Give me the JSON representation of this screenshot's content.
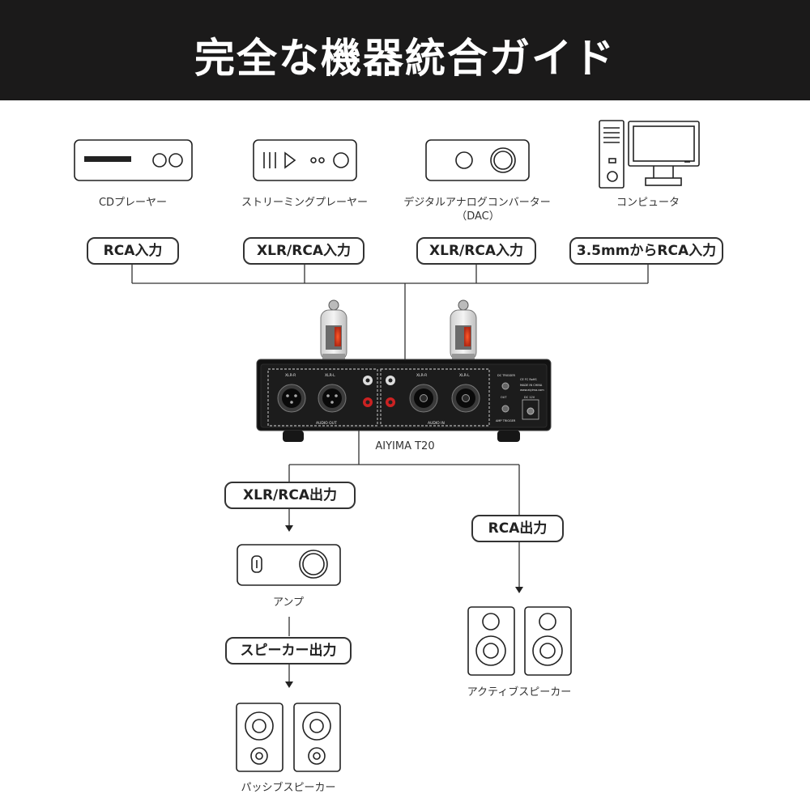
{
  "header": {
    "title": "完全な機器統合ガイド"
  },
  "sources": [
    {
      "label": "CDプレーヤー",
      "input": "RCA入力"
    },
    {
      "label": "ストリーミングプレーヤー",
      "input": "XLR/RCA入力"
    },
    {
      "label": "デジタルアナログコンバーター",
      "label2": "（DAC）",
      "input": "XLR/RCA入力"
    },
    {
      "label": "コンピュータ",
      "input": "3.5mmからRCA入力"
    }
  ],
  "device": {
    "name": "AIYIMA T20",
    "panel": {
      "xlr_r": "XLR-R",
      "xlr_l": "XLR-L",
      "audio_out": "AUDIO OUT",
      "audio_in": "AUDIO IN",
      "dc_trigger": "DC TRIGGER",
      "cert": "CE FC RoHS",
      "made_in": "MADE IN CHINA",
      "website": "www.aiyima.com",
      "dc_power": "DC 12V",
      "amp_trigger": "AMP TRIGGER",
      "out": "OUT"
    }
  },
  "outputs": {
    "left": {
      "output": "XLR/RCA出力",
      "device": "アンプ",
      "output2": "スピーカー出力",
      "speakers": "パッシブスピーカー"
    },
    "right": {
      "output": "RCA出力",
      "speakers": "アクティブスピーカー"
    }
  },
  "colors": {
    "header_bg": "#1b1a1a",
    "device_body": "#111111",
    "line": "#333333"
  }
}
